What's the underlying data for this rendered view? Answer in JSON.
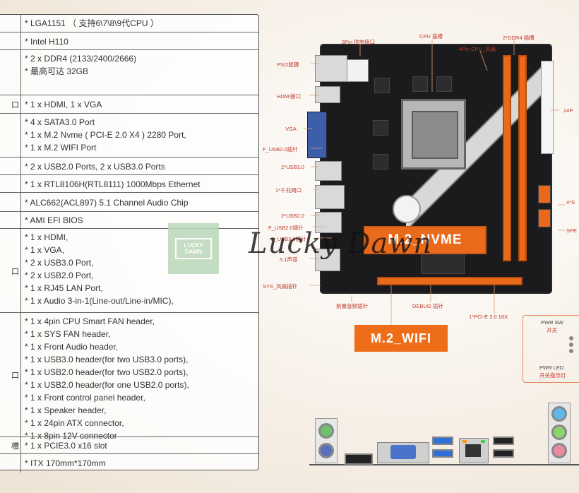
{
  "spec_rows": [
    {
      "label": "",
      "lines": [
        "* LGA1151 （ 支持6\\7\\8\\9代CPU ）"
      ]
    },
    {
      "label": "",
      "lines": [
        "* Intel H110"
      ]
    },
    {
      "label": "",
      "lines": [
        "* 2 x DDR4  (2133/2400/2666)",
        "* 最高可达 32GB"
      ]
    },
    {
      "label": "口",
      "lines": [
        "* 1 x HDMI, 1 x VGA"
      ]
    },
    {
      "label": "",
      "lines": [
        "* 4 x SATA3.0 Port",
        "* 1 x M.2 Nvme ( PCI-E 2.0 X4 )  2280  Port,",
        "* 1 x M.2 WIFI  Port"
      ]
    },
    {
      "label": "",
      "lines": [
        "* 2 x USB2.0 Ports,  2 x USB3.0 Ports"
      ]
    },
    {
      "label": "",
      "lines": [
        "* 1 x RTL8106H(RTL8111) 1000Mbps Ethernet"
      ]
    },
    {
      "label": "",
      "lines": [
        "*  ALC662(ACL897) 5.1 Channel Audio Chip"
      ]
    },
    {
      "label": "",
      "lines": [
        "*  AMI EFI BIOS"
      ]
    },
    {
      "label": "口",
      "lines": [
        "* 1 x HDMI,",
        "* 1 x VGA,",
        "* 2 x USB3.0 Port,",
        "* 2 x USB2.0 Port,",
        "* 1 x RJ45 LAN Port,",
        "* 1 x Audio 3-in-1(Line-out/Line-in/MIC),"
      ]
    },
    {
      "label": "口",
      "lines": [
        "* 1 x 4pin CPU Smart FAN header,",
        "* 1 x SYS FAN header,",
        "* 1 x Front Audio header,",
        "* 1 x USB3.0 header(for two USB3.0 ports),",
        "* 1 x USB2.0 header(for two USB2.0 ports),",
        "* 1 x USB2.0 header(for one USB2.0 ports),",
        "* 1 x Front control panel header,",
        "* 1 x Speaker header,",
        "* 1 x 24pin ATX connector,",
        "* 1 x 8pin 12V connector"
      ]
    },
    {
      "label": "槽",
      "lines": [
        "* 1 x PCIE3.0 x16 slot"
      ]
    },
    {
      "label": "",
      "lines": [
        "*  ITX   170mm*170mm"
      ]
    }
  ],
  "watermark": {
    "logo_line1": "LUCKY",
    "logo_line2": "DAWN",
    "text": "Lucky  Dawn"
  },
  "board": {
    "nvme_label": "M.2_NVME",
    "wifi_label": "M.2_WIFI",
    "annotations": {
      "ps2": "PS/2鼠键",
      "pin8": "8Pin 供电接口",
      "cpu_socket": "CPU 插槽",
      "ddr4": "2*DDR4 插槽",
      "cpu_fan": "4Pin CPU_风扇",
      "atx24": "24P",
      "hdmi": "HDMI接口",
      "vga": "VGA",
      "f_usb20_a": "F_USB2.0插针",
      "usb30": "2*USB3.0",
      "lan": "1*千兆网口",
      "usb20": "2*USB2.0",
      "f_usb20_b": "F_USB2.0插针",
      "f_usb30": "F_USB3.0插针",
      "ch51": "5.1声道",
      "sys_fan": "SYS_风扇插针",
      "front_audio": "前置音频插针",
      "debug": "DEBUG 插针",
      "pcie": "1*PCI-E 3.0 16X",
      "sata": "4*S",
      "spe": "SPE",
      "pwr_sw": "PWR SW",
      "pwr_sw_sub": "开关",
      "pwr_led": "PWR LED",
      "pwr_led_sub": "开关指示灯"
    }
  },
  "colors": {
    "accent_orange": "#e86a1a",
    "annotation_red": "#c0392b",
    "vga_blue": "#3d5ea8"
  }
}
